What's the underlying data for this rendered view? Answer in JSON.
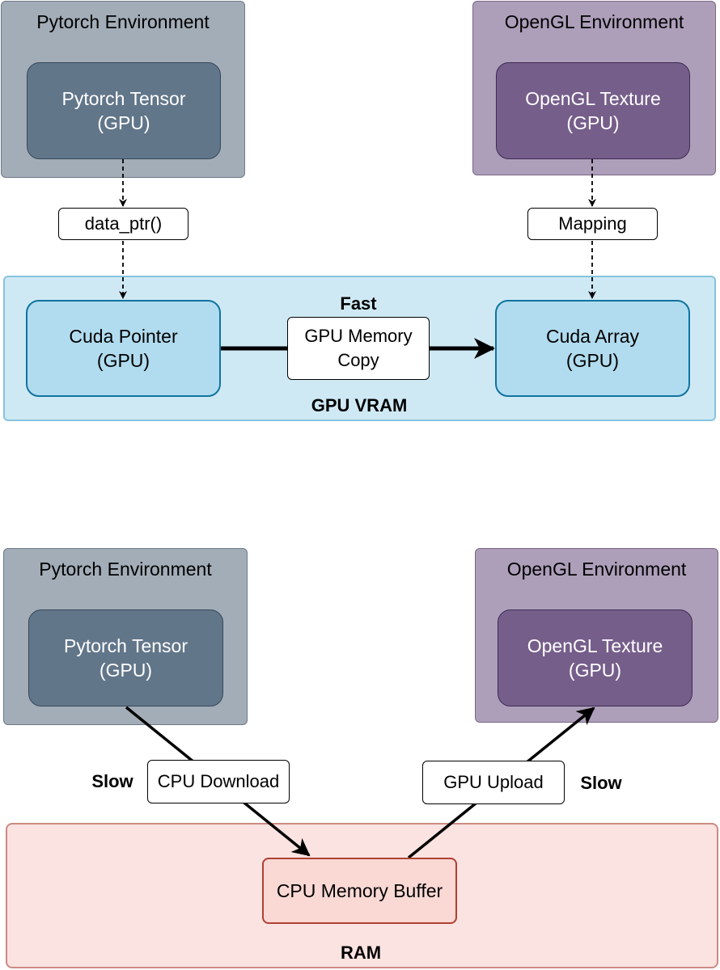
{
  "top": {
    "pytorch_env": {
      "title": "Pytorch Environment",
      "tensor_line1": "Pytorch Tensor",
      "tensor_line2": "(GPU)"
    },
    "opengl_env": {
      "title": "OpenGL Environment",
      "texture_line1": "OpenGL Texture",
      "texture_line2": "(GPU)"
    },
    "data_ptr_label": "data_ptr()",
    "mapping_label": "Mapping",
    "vram": {
      "title": "GPU VRAM",
      "speed": "Fast",
      "cuda_pointer_line1": "Cuda Pointer",
      "cuda_pointer_line2": "(GPU)",
      "copy_line1": "GPU Memory",
      "copy_line2": "Copy",
      "cuda_array_line1": "Cuda Array",
      "cuda_array_line2": "(GPU)"
    }
  },
  "bottom": {
    "pytorch_env": {
      "title": "Pytorch Environment",
      "tensor_line1": "Pytorch Tensor",
      "tensor_line2": "(GPU)"
    },
    "opengl_env": {
      "title": "OpenGL Environment",
      "texture_line1": "OpenGL Texture",
      "texture_line2": "(GPU)"
    },
    "download_label": "CPU Download",
    "download_speed": "Slow",
    "upload_label": "GPU Upload",
    "upload_speed": "Slow",
    "ram": {
      "title": "RAM",
      "buffer_label": "CPU Memory Buffer"
    }
  }
}
